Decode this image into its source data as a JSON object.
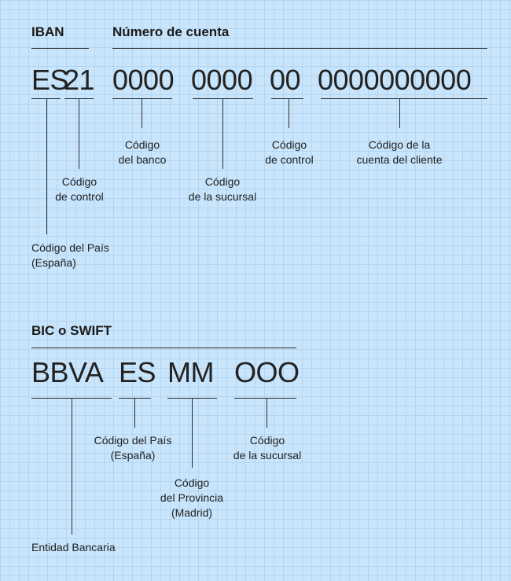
{
  "iban": {
    "heading": "IBAN",
    "account_heading": "Número de cuenta",
    "segments": [
      "ES",
      "21",
      "0000",
      "0000",
      "00",
      "0000000000"
    ],
    "labels": {
      "country": "Código del País\n(España)",
      "control": "Código\nde control",
      "bank": "Código\ndel banco",
      "branch": "Código\nde la sucursal",
      "account_control": "Código\nde control",
      "client_account": "Código de la\ncuenta del cliente"
    }
  },
  "bic": {
    "heading": "BIC o SWIFT",
    "segments": [
      "BBVA",
      "ES",
      "MM",
      "OOO"
    ],
    "labels": {
      "bank_entity": "Entidad Bancaria",
      "country": "Código del País\n(España)",
      "province": "Código\ndel Provincia\n(Madrid)",
      "branch": "Código\nde la sucursal"
    }
  },
  "colors": {
    "background": "#c9e5fb",
    "grid": "#b3d5f1",
    "ink": "#222222"
  }
}
